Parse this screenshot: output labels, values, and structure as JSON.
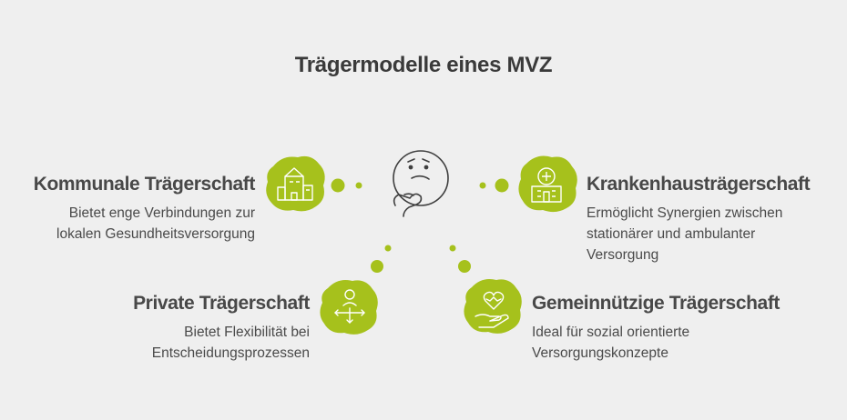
{
  "title": "Trägermodelle eines MVZ",
  "accent_color": "#a6c11c",
  "items": [
    {
      "heading": "Kommunale Trägerschaft",
      "lines": [
        "Bietet enge Verbindungen zur",
        "lokalen Gesundheitsversorgung"
      ],
      "icon": "town-buildings-icon"
    },
    {
      "heading": "Krankenhausträgerschaft",
      "lines": [
        "Ermöglicht Synergien zwischen",
        "stationärer und ambulanter",
        "Versorgung"
      ],
      "icon": "hospital-icon"
    },
    {
      "heading": "Private Trägerschaft",
      "lines": [
        "Bietet Flexibilität bei",
        "Entscheidungsprozessen"
      ],
      "icon": "person-arrows-icon"
    },
    {
      "heading": "Gemeinnützige Trägerschaft",
      "lines": [
        "Ideal für sozial orientierte",
        "Versorgungskonzepte"
      ],
      "icon": "heart-hand-icon"
    }
  ],
  "center_icon": "thinking-face-icon"
}
